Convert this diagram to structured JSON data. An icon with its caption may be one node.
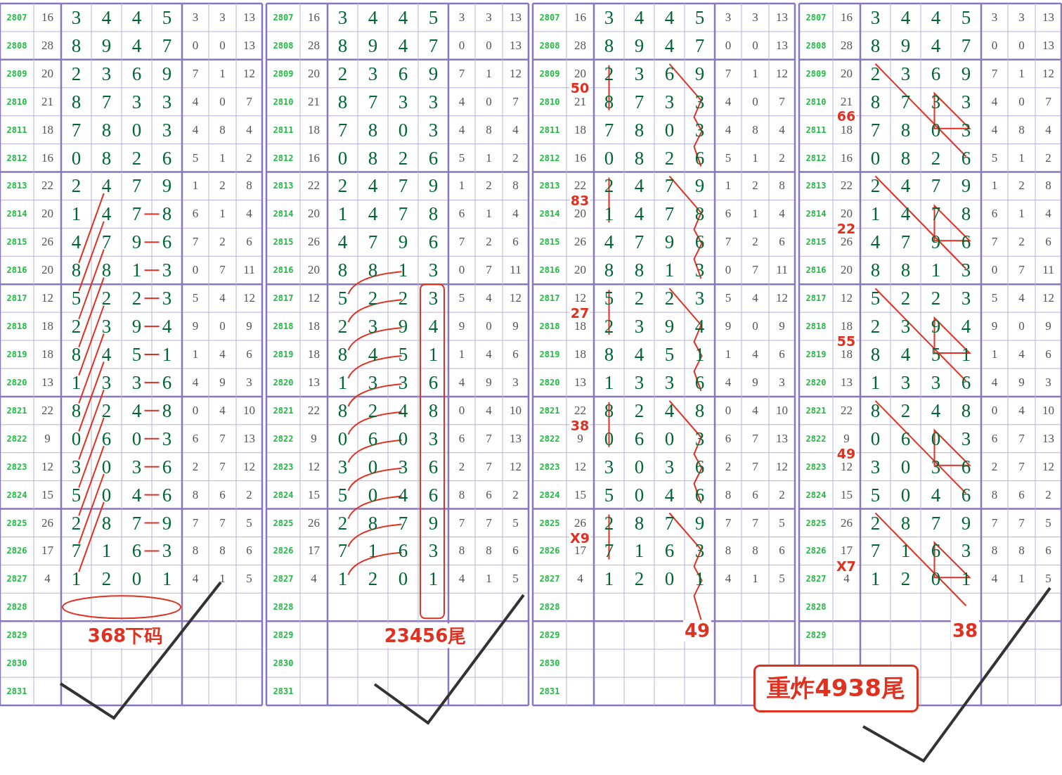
{
  "diagram": {
    "nodes": [
      {
        "text": [
          "重炸4938尾"
        ]
      }
    ],
    "labels": [
      "2807",
      "16",
      "3",
      "4",
      "4",
      "5",
      "3",
      "3",
      "13",
      "2808",
      "28",
      "8",
      "9",
      "4",
      "7",
      "0",
      "0",
      "13",
      "2809",
      "20",
      "2",
      "3",
      "6",
      "9",
      "7",
      "1",
      "12",
      "2810",
      "21",
      "8",
      "7",
      "3",
      "3",
      "4",
      "0",
      "7",
      "2811",
      "18",
      "7",
      "8",
      "0",
      "3",
      "4",
      "8",
      "4",
      "2812",
      "16",
      "0",
      "8",
      "2",
      "6",
      "5",
      "1",
      "2",
      "2813",
      "22",
      "2",
      "4",
      "7",
      "9",
      "1",
      "2",
      "8",
      "2814",
      "20",
      "1",
      "4",
      "7",
      "8",
      "6",
      "1",
      "4",
      "2815",
      "26",
      "4",
      "7",
      "9",
      "6",
      "7",
      "2",
      "6",
      "2816",
      "20",
      "8",
      "8",
      "1",
      "3",
      "0",
      "7",
      "11",
      "2817",
      "12",
      "5",
      "2",
      "2",
      "3",
      "5",
      "4",
      "12",
      "2818",
      "18",
      "2",
      "3",
      "9",
      "4",
      "9",
      "0",
      "9",
      "2819",
      "18",
      "8",
      "4",
      "5",
      "1",
      "1",
      "4",
      "6",
      "2820",
      "13",
      "1",
      "3",
      "3",
      "6",
      "4",
      "9",
      "3",
      "2821",
      "22",
      "8",
      "2",
      "4",
      "8",
      "0",
      "4",
      "10",
      "2822",
      "9",
      "0",
      "6",
      "0",
      "3",
      "6",
      "7",
      "13",
      "2823",
      "12",
      "3",
      "0",
      "3",
      "6",
      "2",
      "7",
      "12",
      "2824",
      "15",
      "5",
      "0",
      "4",
      "6",
      "8",
      "6",
      "2",
      "2825",
      "26",
      "2",
      "8",
      "7",
      "9",
      "7",
      "7",
      "5",
      "2826",
      "17",
      "7",
      "1",
      "6",
      "3",
      "8",
      "8",
      "6",
      "2827",
      "4",
      "1",
      "2",
      "0",
      "1",
      "4",
      "1",
      "5",
      "2828",
      "2829",
      "2830",
      "2831",
      "2807",
      "16",
      "3",
      "4",
      "4",
      "5",
      "3",
      "3",
      "13",
      "2808",
      "28",
      "8",
      "9",
      "4",
      "7",
      "0",
      "0",
      "13",
      "2809",
      "20",
      "2",
      "3",
      "6",
      "9",
      "7",
      "1",
      "12",
      "2810",
      "21",
      "8",
      "7",
      "3",
      "3",
      "4",
      "0",
      "7",
      "2811",
      "18",
      "7",
      "8",
      "0",
      "3",
      "4",
      "8",
      "4",
      "2812",
      "16",
      "0",
      "8",
      "2",
      "6",
      "5",
      "1",
      "2",
      "2813",
      "22",
      "2",
      "4",
      "7",
      "9",
      "1",
      "2",
      "8",
      "2814",
      "20",
      "1",
      "4",
      "7",
      "8",
      "6",
      "1",
      "4",
      "2815",
      "26",
      "4",
      "7",
      "9",
      "6",
      "7",
      "2",
      "6",
      "2816",
      "20",
      "8",
      "8",
      "1",
      "3",
      "0",
      "7",
      "11",
      "2817",
      "12",
      "5",
      "2",
      "2",
      "3",
      "5",
      "4",
      "12",
      "2818",
      "18",
      "2",
      "3",
      "9",
      "4",
      "9",
      "0",
      "9",
      "2819",
      "18",
      "8",
      "4",
      "5",
      "1",
      "1",
      "4",
      "6",
      "2820",
      "13",
      "1",
      "3",
      "3",
      "6",
      "4",
      "9",
      "3",
      "2821",
      "22",
      "8",
      "2",
      "4",
      "8",
      "0",
      "4",
      "10",
      "2822",
      "9",
      "0",
      "6",
      "0",
      "3",
      "6",
      "7",
      "13",
      "2823",
      "12",
      "3",
      "0",
      "3",
      "6",
      "2",
      "7",
      "12",
      "2824",
      "15",
      "5",
      "0",
      "4",
      "6",
      "8",
      "6",
      "2",
      "2825",
      "26",
      "2",
      "8",
      "7",
      "9",
      "7",
      "7",
      "5",
      "2826",
      "17",
      "7",
      "1",
      "6",
      "3",
      "8",
      "8",
      "6",
      "2827",
      "4",
      "1",
      "2",
      "0",
      "1",
      "4",
      "1",
      "5",
      "2828",
      "2829",
      "2830",
      "2831",
      "2807",
      "16",
      "3",
      "4",
      "4",
      "5",
      "3",
      "3",
      "13",
      "2808",
      "28",
      "8",
      "9",
      "4",
      "7",
      "0",
      "0",
      "13",
      "2809",
      "20",
      "2",
      "3",
      "6",
      "9",
      "7",
      "1",
      "12",
      "2810",
      "21",
      "8",
      "7",
      "3",
      "3",
      "4",
      "0",
      "7",
      "2811",
      "18",
      "7",
      "8",
      "0",
      "3",
      "4",
      "8",
      "4",
      "2812",
      "16",
      "0",
      "8",
      "2",
      "6",
      "5",
      "1",
      "2",
      "2813",
      "22",
      "2",
      "4",
      "7",
      "9",
      "1",
      "2",
      "8",
      "2814",
      "20",
      "1",
      "4",
      "7",
      "8",
      "6",
      "1",
      "4",
      "2815",
      "26",
      "4",
      "7",
      "9",
      "6",
      "7",
      "2",
      "6",
      "2816",
      "20",
      "8",
      "8",
      "1",
      "3",
      "0",
      "7",
      "11",
      "2817",
      "12",
      "5",
      "2",
      "2",
      "3",
      "5",
      "4",
      "12",
      "2818",
      "18",
      "2",
      "3",
      "9",
      "4",
      "9",
      "0",
      "9",
      "2819",
      "18",
      "8",
      "4",
      "5",
      "1",
      "1",
      "4",
      "6",
      "2820",
      "13",
      "1",
      "3",
      "3",
      "6",
      "4",
      "9",
      "3",
      "2821",
      "22",
      "8",
      "2",
      "4",
      "8",
      "0",
      "4",
      "10",
      "2822",
      "9",
      "0",
      "6",
      "0",
      "3",
      "6",
      "7",
      "13",
      "2823",
      "12",
      "3",
      "0",
      "3",
      "6",
      "2",
      "7",
      "12",
      "2824",
      "15",
      "5",
      "0",
      "4",
      "6",
      "8",
      "6",
      "2",
      "2825",
      "26",
      "2",
      "8",
      "7",
      "9",
      "7",
      "7",
      "5",
      "2826",
      "17",
      "7",
      "1",
      "6",
      "3",
      "8",
      "8",
      "6",
      "2827",
      "4",
      "1",
      "2",
      "0",
      "1",
      "4",
      "1",
      "5",
      "2828",
      "2829",
      "2830",
      "2831",
      "2807",
      "16",
      "3",
      "4",
      "4",
      "5",
      "3",
      "3",
      "13",
      "2808",
      "28",
      "8",
      "9",
      "4",
      "7",
      "0",
      "0",
      "13",
      "2809",
      "20",
      "2",
      "3",
      "6",
      "9",
      "7",
      "1",
      "12",
      "2810",
      "21",
      "8",
      "7",
      "3",
      "3",
      "4",
      "0",
      "7",
      "2811",
      "18",
      "7",
      "8",
      "0",
      "3",
      "4",
      "8",
      "4",
      "2812",
      "16",
      "0",
      "8",
      "2",
      "6",
      "5",
      "1",
      "2",
      "2813",
      "22",
      "2",
      "4",
      "7",
      "9",
      "1",
      "2",
      "8",
      "2814",
      "20",
      "1",
      "4",
      "7",
      "8",
      "6",
      "1",
      "4",
      "2815",
      "26",
      "4",
      "7",
      "9",
      "6",
      "7",
      "2",
      "6",
      "2816",
      "20",
      "8",
      "8",
      "1",
      "3",
      "0",
      "7",
      "11",
      "2817",
      "12",
      "5",
      "2",
      "2",
      "3",
      "5",
      "4",
      "12",
      "2818",
      "18",
      "2",
      "3",
      "9",
      "4",
      "9",
      "0",
      "9",
      "2819",
      "18",
      "8",
      "4",
      "5",
      "1",
      "1",
      "4",
      "6",
      "2820",
      "13",
      "1",
      "3",
      "3",
      "6",
      "4",
      "9",
      "3",
      "2821",
      "22",
      "8",
      "2",
      "4",
      "8",
      "0",
      "4",
      "10",
      "2822",
      "9",
      "0",
      "6",
      "0",
      "3",
      "6",
      "7",
      "13",
      "2823",
      "12",
      "3",
      "0",
      "3",
      "6",
      "2",
      "7",
      "12",
      "2824",
      "15",
      "5",
      "0",
      "4",
      "6",
      "8",
      "6",
      "2",
      "2825",
      "26",
      "2",
      "8",
      "7",
      "9",
      "7",
      "7",
      "5",
      "2826",
      "17",
      "7",
      "1",
      "6",
      "3",
      "8",
      "8",
      "6",
      "2827",
      "4",
      "1",
      "2",
      "0",
      "1",
      "4",
      "1",
      "5",
      "2828",
      "2829",
      "368下码",
      "23456尾",
      "50",
      "83",
      "27",
      "38",
      "X9",
      "49",
      "66",
      "22",
      "55",
      "49",
      "X7",
      "38"
    ]
  }
}
